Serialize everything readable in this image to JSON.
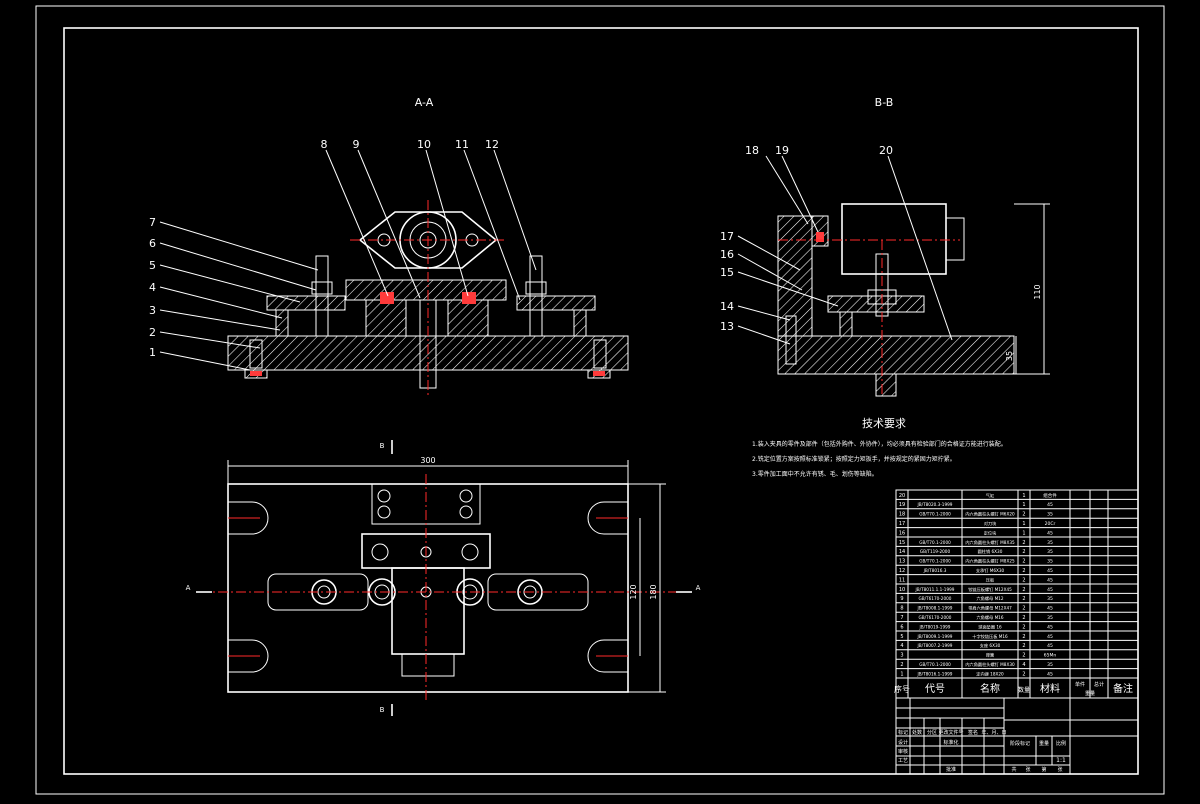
{
  "views": {
    "section_aa": "A-A",
    "section_bb": "B-B",
    "cut_a_left": "A",
    "cut_a_right": "A",
    "cut_b_top": "B",
    "cut_b_bottom": "B"
  },
  "balloons_aa": [
    "1",
    "2",
    "3",
    "4",
    "5",
    "6",
    "7",
    "8",
    "9",
    "10",
    "11",
    "12"
  ],
  "balloons_bb": [
    "13",
    "14",
    "15",
    "16",
    "17",
    "18",
    "19",
    "20"
  ],
  "dimensions": {
    "plan_width": "300",
    "plan_height_outer": "180",
    "plan_height_inner": "120",
    "bb_height": "110",
    "bb_base": "35"
  },
  "tech": {
    "title": "技术要求",
    "lines": [
      "1.装入夹具的零件及部件（包括外购件、外协件），均必须具有检验部门的合格证方能进行装配。",
      "2.铣定位置方案按照标准锁紧；按照定力矩扳手，并按规定的紧固力矩拧紧。",
      "3.零件加工面中不允许有锈、毛、划伤等缺陷。"
    ]
  },
  "bom": {
    "header": {
      "seq": "序号",
      "code": "代号",
      "name": "名称",
      "qty": "数量",
      "material": "材料",
      "single": "单件",
      "total": "总计",
      "weight": "重量",
      "note": "备注"
    },
    "rows": [
      {
        "seq": "20",
        "code": "",
        "name": "气缸",
        "qty": "1",
        "mat": "组合件"
      },
      {
        "seq": "19",
        "code": "JB/T8020.3-1999",
        "name": "",
        "qty": "1",
        "mat": "45"
      },
      {
        "seq": "18",
        "code": "GB/T70.1-2000",
        "name": "内六角圆柱头螺钉 M6X20",
        "qty": "2",
        "mat": "35"
      },
      {
        "seq": "17",
        "code": "",
        "name": "对刀块",
        "qty": "1",
        "mat": "20Cr"
      },
      {
        "seq": "16",
        "code": "",
        "name": "定位块",
        "qty": "1",
        "mat": "45"
      },
      {
        "seq": "15",
        "code": "GB/T70.1-2000",
        "name": "内六角圆柱头螺钉 M8X35",
        "qty": "2",
        "mat": "35"
      },
      {
        "seq": "14",
        "code": "GB/T119-2000",
        "name": "圆柱销 6X30",
        "qty": "2",
        "mat": "35"
      },
      {
        "seq": "13",
        "code": "GB/T70.1-2000",
        "name": "内六角圆柱头螺钉 M8X25",
        "qty": "2",
        "mat": "35"
      },
      {
        "seq": "12",
        "code": "JB/T8016.3",
        "name": "支承钉 M6X30",
        "qty": "2",
        "mat": "45"
      },
      {
        "seq": "11",
        "code": "",
        "name": "压板",
        "qty": "2",
        "mat": "45"
      },
      {
        "seq": "10",
        "code": "JB/T8011.1.1-1999",
        "name": "铰链压板螺钉 M12X45",
        "qty": "2",
        "mat": "45"
      },
      {
        "seq": "9",
        "code": "GB/T6170-2000",
        "name": "六角螺母 M12",
        "qty": "2",
        "mat": "35"
      },
      {
        "seq": "8",
        "code": "JB/T8008.1-1999",
        "name": "带肩六角螺母 M12X47",
        "qty": "2",
        "mat": "45"
      },
      {
        "seq": "7",
        "code": "GB/T6170-2000",
        "name": "六角螺母 M16",
        "qty": "2",
        "mat": "35"
      },
      {
        "seq": "6",
        "code": "JB/T8019-1999",
        "name": "球面垫圈 16",
        "qty": "2",
        "mat": "45"
      },
      {
        "seq": "5",
        "code": "JB/T8009.1-1999",
        "name": "十字铰链压板 M16",
        "qty": "2",
        "mat": "45"
      },
      {
        "seq": "4",
        "code": "JB/T8007.2-1999",
        "name": "支座 6X30",
        "qty": "2",
        "mat": "45"
      },
      {
        "seq": "3",
        "code": "",
        "name": "弹簧",
        "qty": "2",
        "mat": "65Mn"
      },
      {
        "seq": "2",
        "code": "GB/T70.1-2000",
        "name": "内六角圆柱头螺钉 M8X30",
        "qty": "4",
        "mat": "35"
      },
      {
        "seq": "1",
        "code": "JB/T8016.1-1999",
        "name": "定向键 18X20",
        "qty": "2",
        "mat": "45"
      }
    ]
  },
  "title_block": {
    "mark": "标记",
    "count": "处数",
    "zone": "分区",
    "change_doc": "更改文件号",
    "signature": "签名",
    "date": "年、月、日",
    "design": "设计",
    "standardize": "标准化",
    "stage_mark": "阶段标记",
    "weight": "重量",
    "scale": "比例",
    "scale_value": "1:1",
    "review": "审核",
    "process": "工艺",
    "approve": "批准",
    "sheets_total": "共",
    "sheet": "张",
    "sheet_no": "第",
    "sheet_label": "张"
  }
}
